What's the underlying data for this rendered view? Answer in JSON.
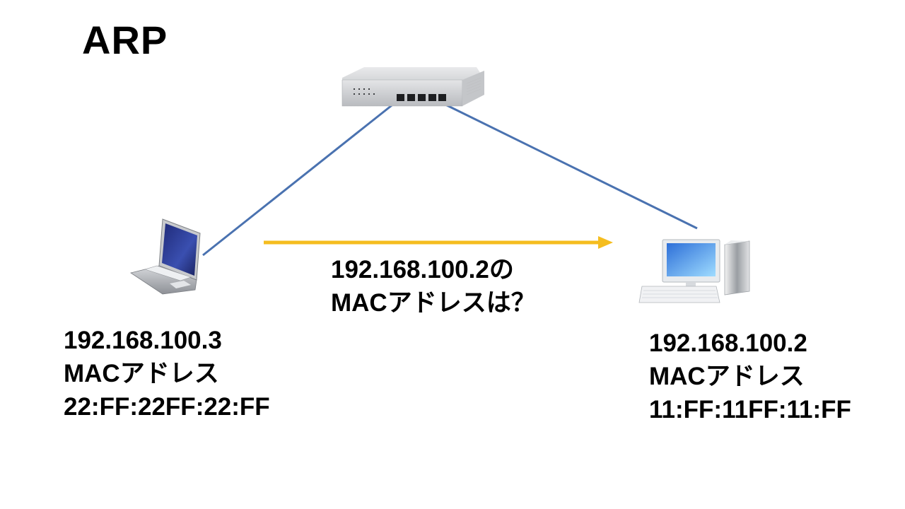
{
  "title": "ARP",
  "colors": {
    "link_line": "#4a72b0",
    "request_arrow": "#f5bd1f",
    "text": "#000000"
  },
  "devices": {
    "switch": {
      "icon": "network-switch-icon"
    },
    "sender": {
      "icon": "laptop-icon",
      "ip": "192.168.100.3",
      "mac_label": "MACアドレス",
      "mac": "22:FF:22FF:22:FF"
    },
    "target": {
      "icon": "desktop-computer-icon",
      "ip": "192.168.100.2",
      "mac_label": "MACアドレス",
      "mac": "11:FF:11FF:11:FF"
    }
  },
  "request": {
    "line1": "192.168.100.2の",
    "line2": "MACアドレスは？"
  }
}
